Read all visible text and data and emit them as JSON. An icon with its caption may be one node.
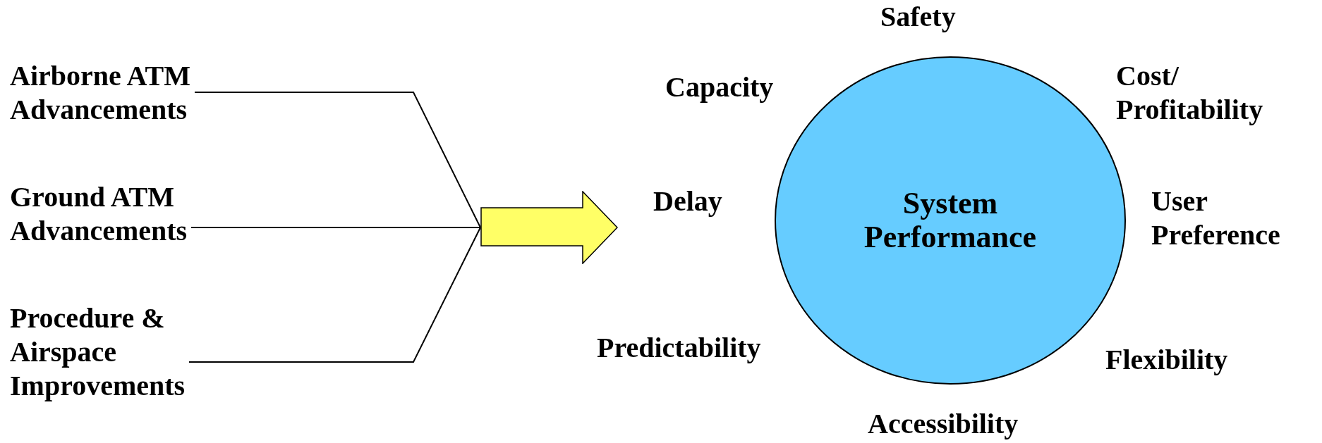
{
  "diagram": {
    "nodes": [
      {
        "text": [
          "Airborne ATM Advancements"
        ]
      },
      {
        "text": [
          "Ground ATM Advancements"
        ]
      },
      {
        "text": [
          "Procedure & Airspace Improvements"
        ]
      },
      {
        "text": [],
        "shape": "arrow"
      },
      {
        "text": [
          "System Performance"
        ],
        "beside": [
          "Safety",
          "Capacity",
          "Cost/ Profitability",
          "Delay",
          "User Preference",
          "Predictability",
          "Flexibility",
          "Accessibility"
        ]
      }
    ],
    "edges": [
      {
        "from": 0,
        "to": 3,
        "arrow": "none"
      },
      {
        "from": 1,
        "to": 3,
        "arrow": "none"
      },
      {
        "from": 2,
        "to": 3,
        "arrow": "none"
      }
    ]
  }
}
